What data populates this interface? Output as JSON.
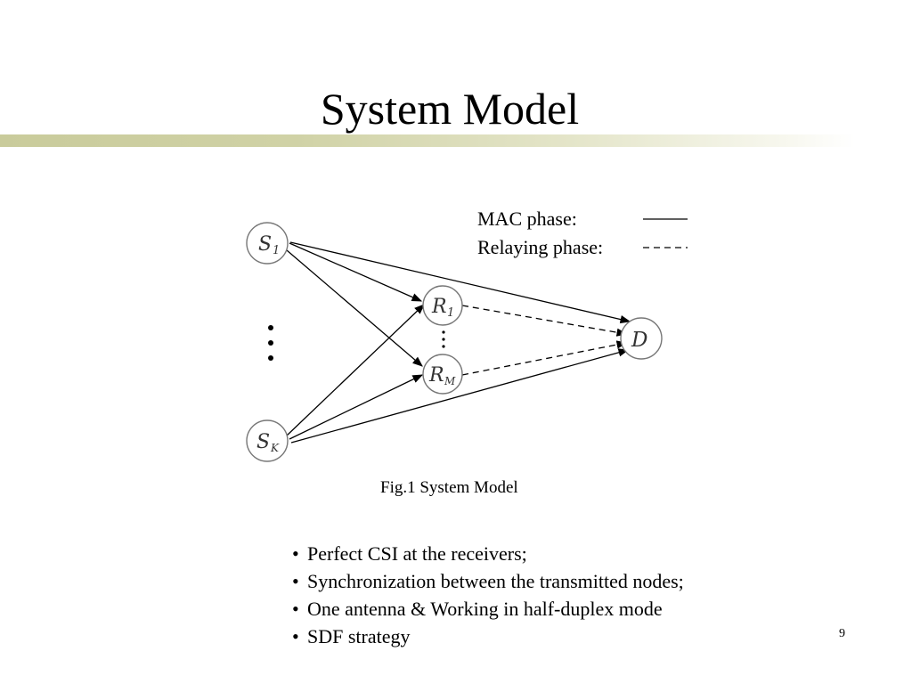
{
  "slide": {
    "title": "System Model",
    "page_number": "9"
  },
  "diagram": {
    "nodes": {
      "s1": {
        "name": "S",
        "sub": "1"
      },
      "sk": {
        "name": "S",
        "sub": "K"
      },
      "r1": {
        "name": "R",
        "sub": "1"
      },
      "rm": {
        "name": "R",
        "sub": "M"
      },
      "d": {
        "name": "D"
      }
    },
    "legend": {
      "mac_label": "MAC phase:",
      "relaying_label": "Relaying phase:"
    },
    "caption": "Fig.1  System Model"
  },
  "bullets": [
    "Perfect CSI at the receivers;",
    "Synchronization between the transmitted nodes;",
    "One antenna & Working in half-duplex mode",
    "SDF strategy"
  ]
}
